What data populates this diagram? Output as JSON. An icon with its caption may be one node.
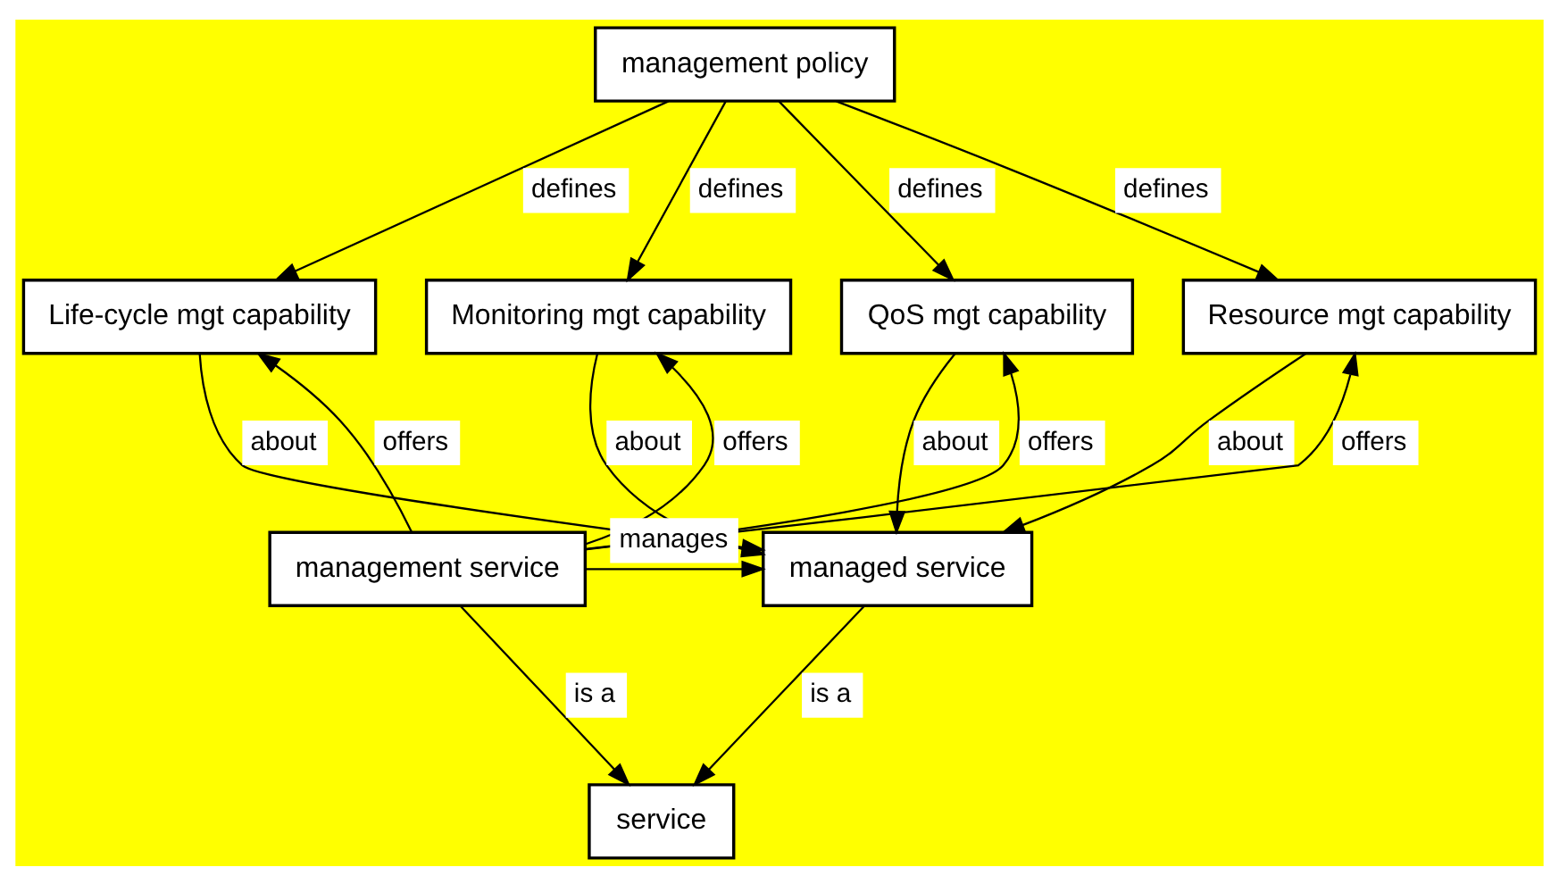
{
  "diagram": {
    "nodes": [
      {
        "text": [
          "management policy"
        ]
      },
      {
        "text": [
          "Life-cycle mgt capability"
        ]
      },
      {
        "text": [
          "Monitoring mgt capability"
        ]
      },
      {
        "text": [
          "QoS mgt capability"
        ]
      },
      {
        "text": [
          "Resource mgt capability"
        ]
      },
      {
        "text": [
          "management service"
        ]
      },
      {
        "text": [
          "managed service"
        ]
      },
      {
        "text": [
          "service"
        ]
      }
    ],
    "edges": [
      {
        "from": 0,
        "to": 1,
        "arrow": "to",
        "label": "defines"
      },
      {
        "from": 0,
        "to": 2,
        "arrow": "to",
        "label": "defines"
      },
      {
        "from": 0,
        "to": 3,
        "arrow": "to",
        "label": "defines"
      },
      {
        "from": 0,
        "to": 4,
        "arrow": "to",
        "label": "defines"
      },
      {
        "from": 1,
        "to": 6,
        "arrow": "to",
        "label": "about"
      },
      {
        "from": 2,
        "to": 6,
        "arrow": "to",
        "label": "about"
      },
      {
        "from": 3,
        "to": 6,
        "arrow": "to",
        "label": "about"
      },
      {
        "from": 4,
        "to": 6,
        "arrow": "to",
        "label": "about"
      },
      {
        "from": 5,
        "to": 1,
        "arrow": "to",
        "label": "offers"
      },
      {
        "from": 5,
        "to": 2,
        "arrow": "to",
        "label": "offers"
      },
      {
        "from": 5,
        "to": 3,
        "arrow": "to",
        "label": "offers"
      },
      {
        "from": 5,
        "to": 4,
        "arrow": "to",
        "label": "offers"
      },
      {
        "from": 5,
        "to": 6,
        "arrow": "to",
        "label": "manages"
      },
      {
        "from": 5,
        "to": 7,
        "arrow": "to",
        "label": "is a"
      },
      {
        "from": 6,
        "to": 7,
        "arrow": "to",
        "label": "is a"
      }
    ]
  }
}
